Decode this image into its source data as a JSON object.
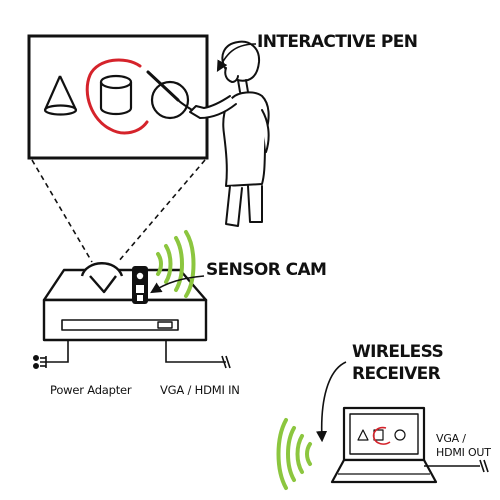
{
  "labels": {
    "interactive_pen": "INTERACTIVE PEN",
    "sensor_cam": "SENSOR CAM",
    "wireless_receiver_line1": "WIRELESS",
    "wireless_receiver_line2": "RECEIVER",
    "power_adapter": "Power Adapter",
    "vga_hdmi_in": "VGA / HDMI IN",
    "vga_hdmi_out_line1": "VGA /",
    "vga_hdmi_out_line2": "HDMI OUT"
  },
  "colors": {
    "ink": "#111111",
    "accent_red": "#d5232b",
    "signal_green": "#8cc63f"
  }
}
